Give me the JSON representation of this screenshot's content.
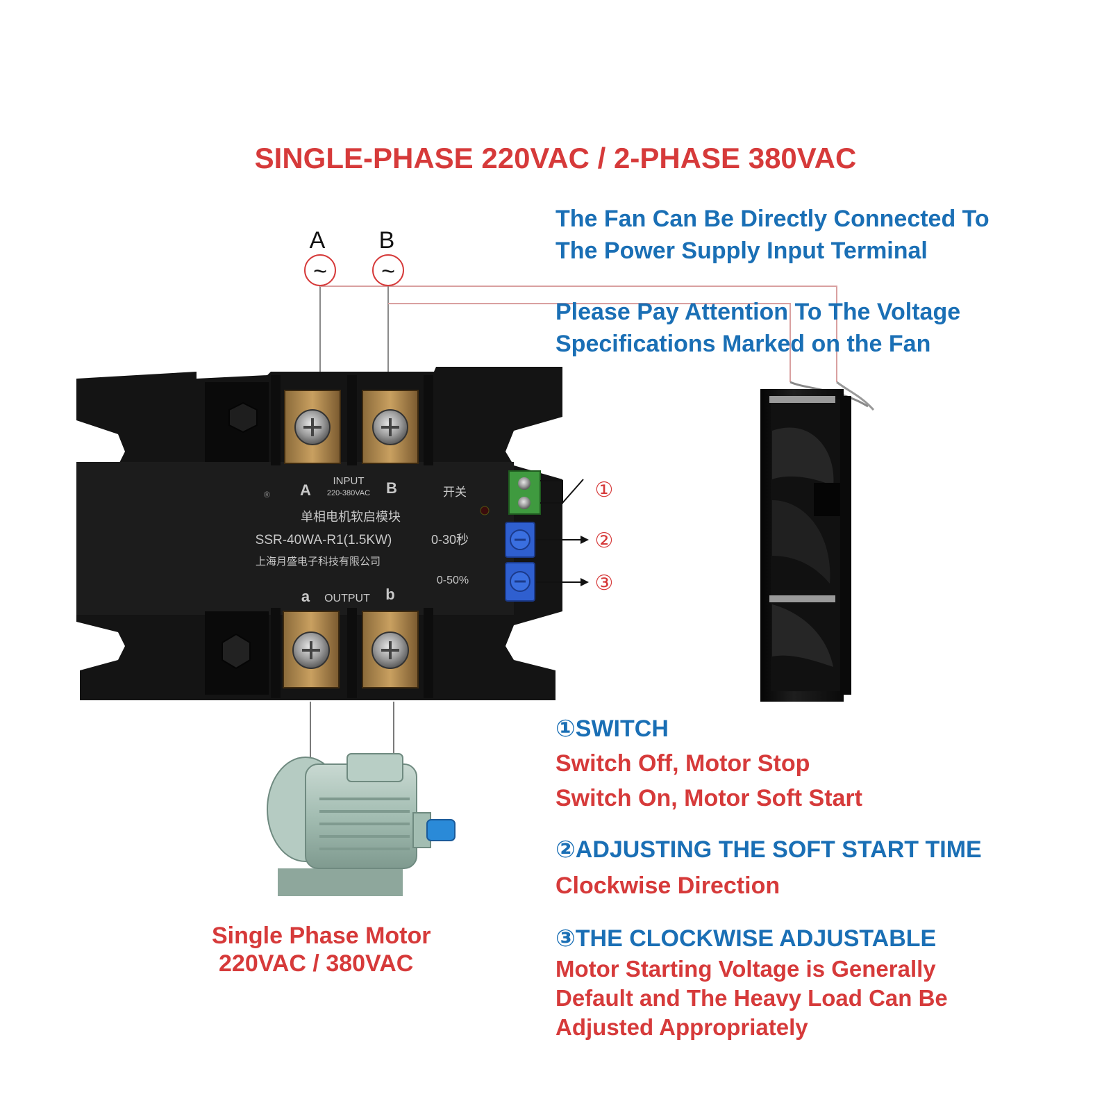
{
  "title": "SINGLE-PHASE 220VAC / 2-PHASE 380VAC",
  "colors": {
    "red": "#d63a3a",
    "blue": "#1a6fb5",
    "wire": "#d9a0a0",
    "module_body": "#141414",
    "terminal_copper": "#b58a4a",
    "knob_blue": "#2f5fcf",
    "connector_green": "#3f9a3f"
  },
  "supply_terminals": [
    {
      "label": "A",
      "symbol": "~",
      "icon": "ac-source-icon"
    },
    {
      "label": "B",
      "symbol": "~",
      "icon": "ac-source-icon"
    }
  ],
  "fan_notes": [
    "The Fan Can Be Directly Connected To",
    "The Power Supply  Input Terminal",
    "Please Pay Attention To The Voltage",
    "Specifications Marked on the Fan"
  ],
  "module": {
    "input_a": "A",
    "input_label": "INPUT",
    "input_voltage": "220-380VAC",
    "input_b": "B",
    "switch_label": "开关",
    "name_cn": "单相电机软启模块",
    "model": "SSR-40WA-R1(1.5KW)",
    "time_range": "0-30秒",
    "manufacturer": "上海月盛电子科技有限公司",
    "voltage_range": "0-50%",
    "output_a": "a",
    "output_label": "OUTPUT",
    "output_b": "b"
  },
  "callouts": [
    "①",
    "②",
    "③"
  ],
  "motor_label": [
    "Single Phase Motor",
    "220VAC / 380VAC"
  ],
  "notes": [
    {
      "heading": "①SWITCH",
      "lines": [
        "Switch Off,  Motor Stop",
        "Switch On,  Motor Soft Start"
      ]
    },
    {
      "heading": "②ADJUSTING THE SOFT START TIME",
      "lines": [
        "Clockwise Direction"
      ]
    },
    {
      "heading": "③THE CLOCKWISE ADJUSTABLE",
      "lines": [
        "Motor Starting Voltage is Generally",
        "Default  and The Heavy Load Can Be",
        "Adjusted Appropriately"
      ]
    }
  ]
}
